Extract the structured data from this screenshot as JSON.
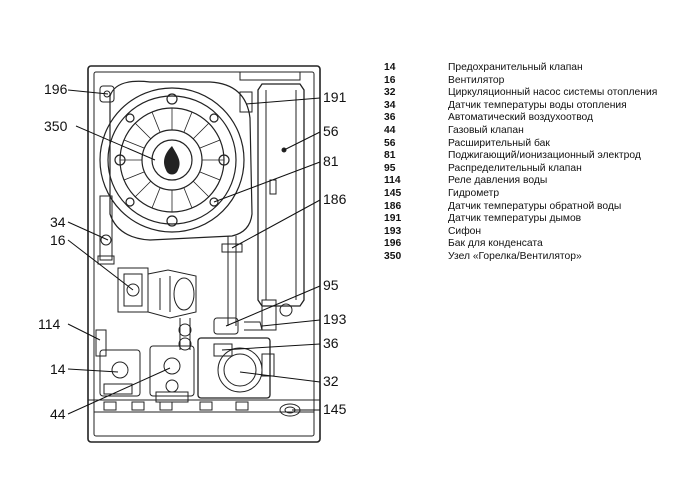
{
  "callouts": [
    {
      "id": "c196",
      "label": "196"
    },
    {
      "id": "c350",
      "label": "350"
    },
    {
      "id": "c34",
      "label": "34"
    },
    {
      "id": "c16",
      "label": "16"
    },
    {
      "id": "c114",
      "label": "114"
    },
    {
      "id": "c14",
      "label": "14"
    },
    {
      "id": "c44",
      "label": "44"
    },
    {
      "id": "c191",
      "label": "191"
    },
    {
      "id": "c56",
      "label": "56"
    },
    {
      "id": "c81",
      "label": "81"
    },
    {
      "id": "c186",
      "label": "186"
    },
    {
      "id": "c95",
      "label": "95"
    },
    {
      "id": "c193",
      "label": "193"
    },
    {
      "id": "c36",
      "label": "36"
    },
    {
      "id": "c32",
      "label": "32"
    },
    {
      "id": "c145",
      "label": "145"
    }
  ],
  "legend": [
    {
      "num": "14",
      "text": "Предохранительный клапан"
    },
    {
      "num": "16",
      "text": "Вентилятор"
    },
    {
      "num": "32",
      "text": "Циркуляционный насос системы отопления"
    },
    {
      "num": "34",
      "text": "Датчик температуры воды отопления"
    },
    {
      "num": "36",
      "text": "Автоматический воздухоотвод"
    },
    {
      "num": "44",
      "text": "Газовый клапан"
    },
    {
      "num": "56",
      "text": "Расширительный бак"
    },
    {
      "num": "81",
      "text": "Поджигающий/ионизационный электрод"
    },
    {
      "num": "95",
      "text": "Распределительный клапан"
    },
    {
      "num": "114",
      "text": "Реле давления воды"
    },
    {
      "num": "145",
      "text": "Гидрометр"
    },
    {
      "num": "186",
      "text": "Датчик температуры обратной воды"
    },
    {
      "num": "191",
      "text": "Датчик температуры дымов"
    },
    {
      "num": "193",
      "text": "Сифон"
    },
    {
      "num": "196",
      "text": "Бак для конденсата"
    },
    {
      "num": "350",
      "text": "Узел «Горелка/Вентилятор»"
    }
  ]
}
